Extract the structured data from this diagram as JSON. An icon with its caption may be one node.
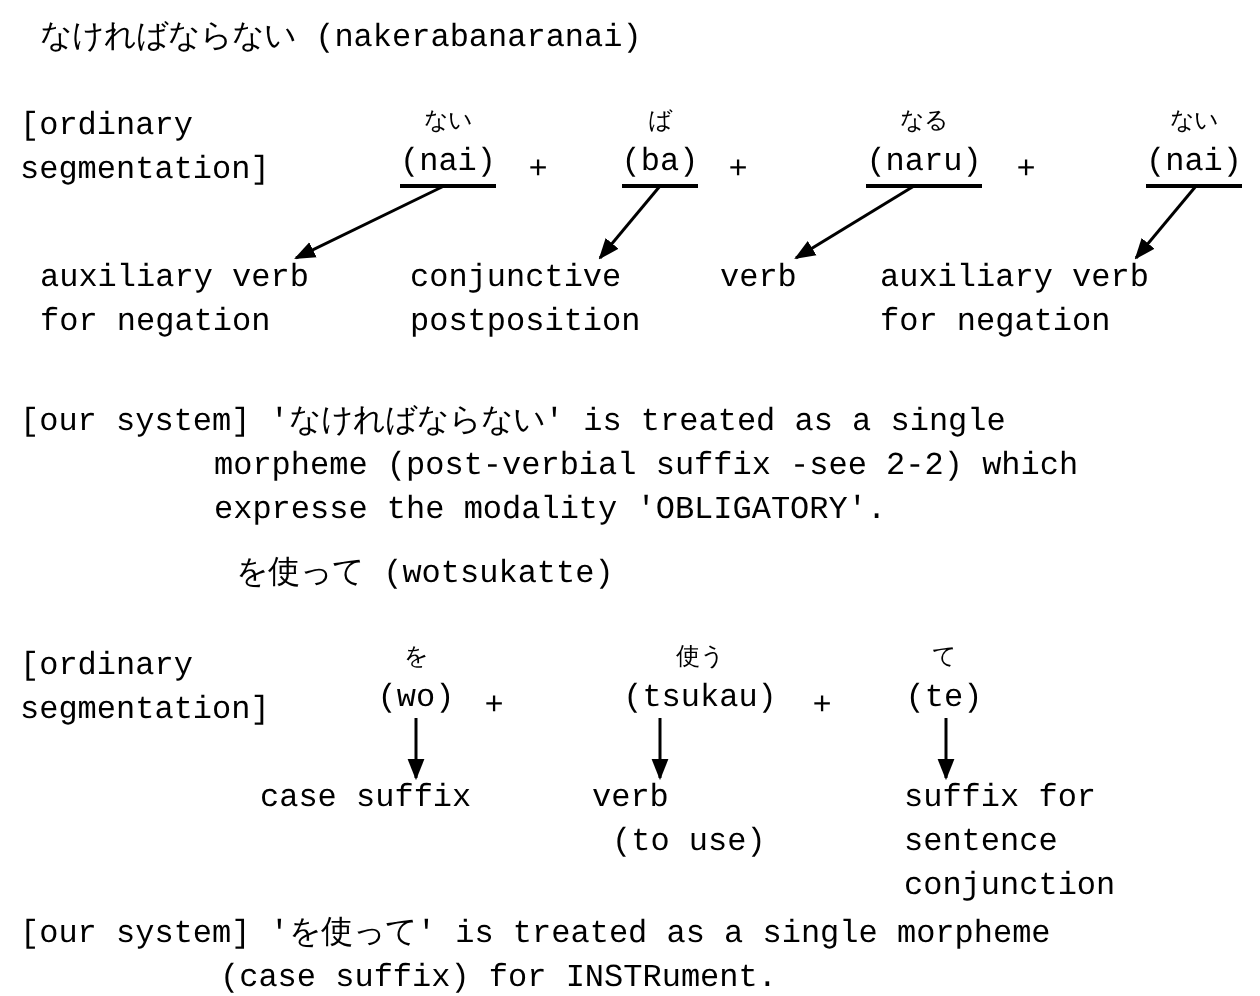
{
  "diagram": {
    "nodes": [
      {
        "text": [
          "ない",
          "(nai)"
        ]
      },
      {
        "text": [
          "ば",
          "(ba)"
        ]
      },
      {
        "text": [
          "なる",
          "(naru)"
        ]
      },
      {
        "text": [
          "ない",
          "(nai)"
        ]
      },
      {
        "text": [
          "auxiliary verb for negation"
        ]
      },
      {
        "text": [
          "conjunctive postposition"
        ]
      },
      {
        "text": [
          "verb"
        ]
      },
      {
        "text": [
          "auxiliary verb for negation"
        ]
      },
      {
        "text": [
          "を",
          "(wo)"
        ]
      },
      {
        "text": [
          "使う",
          "(tsukau)"
        ]
      },
      {
        "text": [
          "て",
          "(te)"
        ]
      },
      {
        "text": [
          "case suffix"
        ]
      },
      {
        "text": [
          "verb",
          "(to use)"
        ]
      },
      {
        "text": [
          "suffix for sentence conjunction"
        ]
      }
    ],
    "edges": [
      {
        "from": 0,
        "to": 4,
        "arrow": "to"
      },
      {
        "from": 1,
        "to": 5,
        "arrow": "to"
      },
      {
        "from": 2,
        "to": 6,
        "arrow": "to"
      },
      {
        "from": 3,
        "to": 7,
        "arrow": "to"
      },
      {
        "from": 8,
        "to": 11,
        "arrow": "to"
      },
      {
        "from": 9,
        "to": 12,
        "arrow": "to"
      },
      {
        "from": 10,
        "to": 13,
        "arrow": "to"
      }
    ],
    "labels": [
      "なければならない (nakerabanaranai)",
      "[ordinary segmentation]",
      "+",
      "+",
      "+",
      "[our system] 'なければならない' is treated as a single morpheme (post-verbial suffix -see 2-2) which expresse the modality 'OBLIGATORY'.",
      "を使って (wotsukatte)",
      "[ordinary segmentation]",
      "+",
      "+",
      "[our system] 'を使って' is treated as a single morpheme (case suffix) for INSTRument."
    ]
  }
}
